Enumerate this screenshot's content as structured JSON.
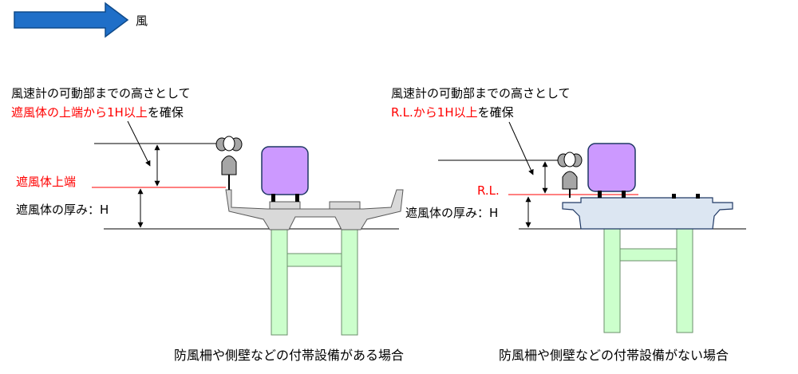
{
  "legend": {
    "wind_label": "風"
  },
  "colors": {
    "arrow": "#1f6fc8",
    "pier": "#ccffcc",
    "pier_stroke": "#6b8f6b",
    "deck": "#d9d9d9",
    "deck_right": "#dce6f2",
    "cabinet": "#cc99ff",
    "anemometer": "#a6a6a6",
    "red": "#ff0000"
  },
  "left": {
    "title_line1": "風速計の可動部までの高さとして",
    "title_red": "遮風体の上端から1H以上",
    "title_tail": "を確保",
    "top_label": "遮風体上端",
    "thickness_label": "遮風体の厚み：H",
    "caption": "防風柵や側壁などの付帯設備がある場合"
  },
  "right": {
    "title_line1": "風速計の可動部までの高さとして",
    "title_red": "R.L.から1H以上",
    "title_tail": "を確保",
    "rl_label": "R.L.",
    "thickness_label": "遮風体の厚み：H",
    "caption": "防風柵や側壁などの付帯設備がない場合"
  }
}
